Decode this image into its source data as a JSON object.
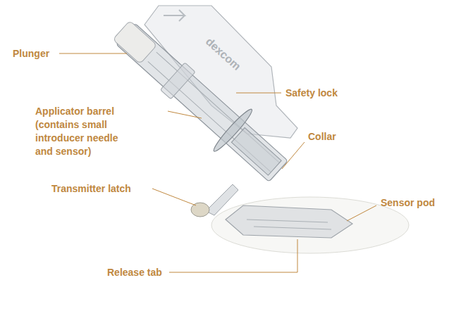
{
  "diagram": {
    "labels": [
      "Plunger",
      "Safety lock",
      "dexcom",
      "Applicator barrel (contains small introducer needle and sensor)",
      "Collar",
      "Transmitter latch",
      "Sensor pod",
      "Release tab"
    ]
  }
}
